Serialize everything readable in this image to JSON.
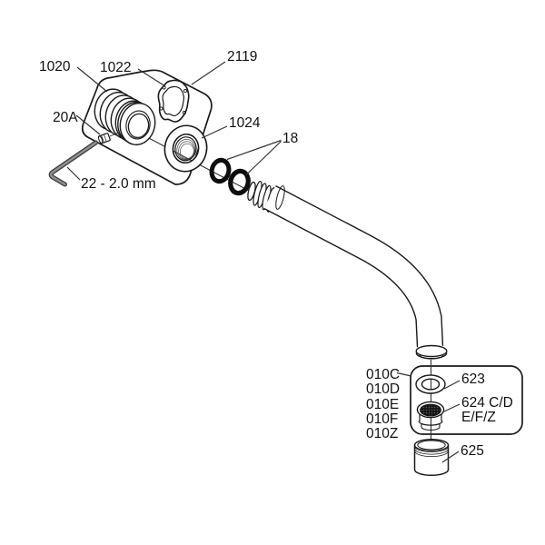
{
  "figure": {
    "type": "exploded-parts-diagram",
    "background": "#ffffff",
    "line_color": "#1a1a1a",
    "key_gray": "#8a8a8a",
    "callouts": {
      "shank": "1020",
      "gasket": "1022",
      "wall_plate": "2119",
      "set_screw": "20A",
      "trim_ring": "1024",
      "o_rings": "18",
      "hex_key": "22 - 2.0 mm",
      "spout_variants": [
        "010C",
        "010D",
        "010E",
        "010F",
        "010Z"
      ],
      "flow_washer": "623",
      "aerator_insert_line1": "624 C/D",
      "aerator_insert_line2": "E/F/Z",
      "aerator_housing": "625"
    }
  }
}
